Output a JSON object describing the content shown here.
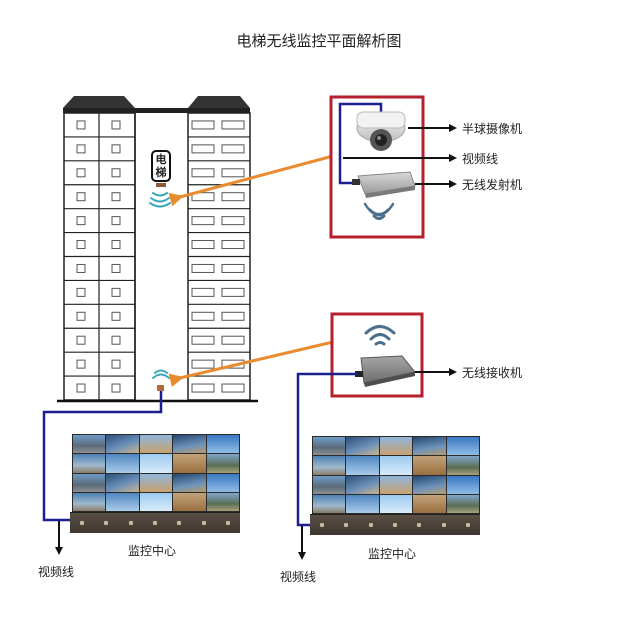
{
  "title": "电梯无线监控平面解析图",
  "building": {
    "floors": 12,
    "elevator_tag": [
      "电",
      "梯"
    ]
  },
  "transmitter_box": {
    "labels": {
      "camera": "半球摄像机",
      "video_cable": "视频线",
      "transmitter": "无线发射机"
    }
  },
  "receiver_box": {
    "labels": {
      "receiver": "无线接收机"
    }
  },
  "monitor_centers": [
    {
      "label": "监控中心",
      "cable_label": "视频线"
    },
    {
      "label": "监控中心",
      "cable_label": "视频线"
    }
  ],
  "colors": {
    "frame_red": "#b5202e",
    "cable_blue": "#1b1f8f",
    "arrow_orange": "#e98b2f",
    "wifi_teal": "#3aa7b8",
    "wifi_gray": "#4c6f8c",
    "roof": "#333333"
  }
}
